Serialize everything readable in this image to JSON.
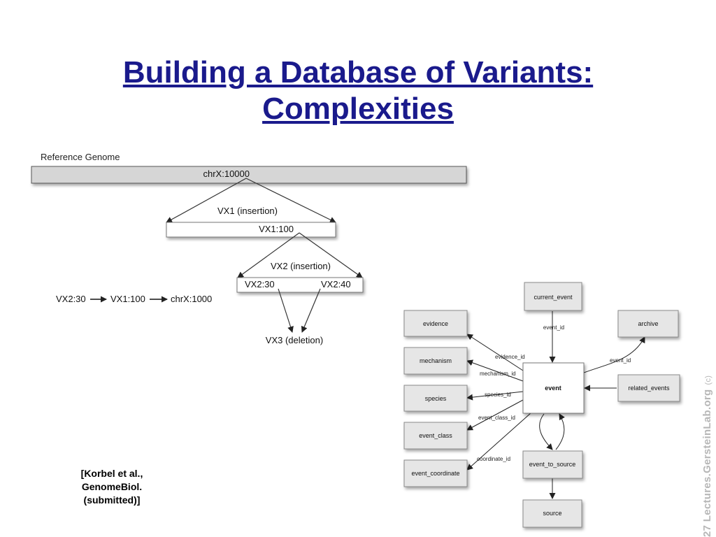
{
  "slide": {
    "title_line1": "Building a Database of Variants:",
    "title_line2": "Complexities",
    "citation_line1": "[Korbel et al.,",
    "citation_line2": "GenomeBiol.",
    "citation_line3": "(submitted)]",
    "footer_mark": "27 Lectures.GersteinLab.org",
    "footer_copyright": "(c)"
  },
  "colors": {
    "title": "#1a1a8c",
    "box_fill": "#e6e6e6",
    "box_stroke": "#8a8a8a",
    "line": "#333333",
    "footer": "#b7b7b7"
  },
  "variant_diagram": {
    "reference_label": "Reference Genome",
    "ref_bar_label": "chrX:10000",
    "vx1_label": "VX1 (insertion)",
    "vx1_bar_label": "VX1:100",
    "vx2_label": "VX2 (insertion)",
    "vx2_left_label": "VX2:30",
    "vx2_right_label": "VX2:40",
    "vx3_label": "VX3 (deletion)",
    "chain": [
      "VX2:30",
      "VX1:100",
      "chrX:1000"
    ]
  },
  "schema_diagram": {
    "tables": {
      "current_event": "current_event",
      "archive": "archive",
      "evidence": "evidence",
      "mechanism": "mechanism",
      "species": "species",
      "event_class": "event_class",
      "event_coordinate": "event_coordinate",
      "event": "event",
      "related_events": "related_events",
      "event_to_source": "event_to_source",
      "source": "source"
    },
    "links": {
      "current_event_id": "event_id",
      "archive_id": "event_id",
      "evidence_id": "evidence_id",
      "mechanism_id": "mechanism_id",
      "species_id": "species_id",
      "event_class_id": "event_class_id",
      "coordinate_id": "coordinate_id"
    }
  }
}
